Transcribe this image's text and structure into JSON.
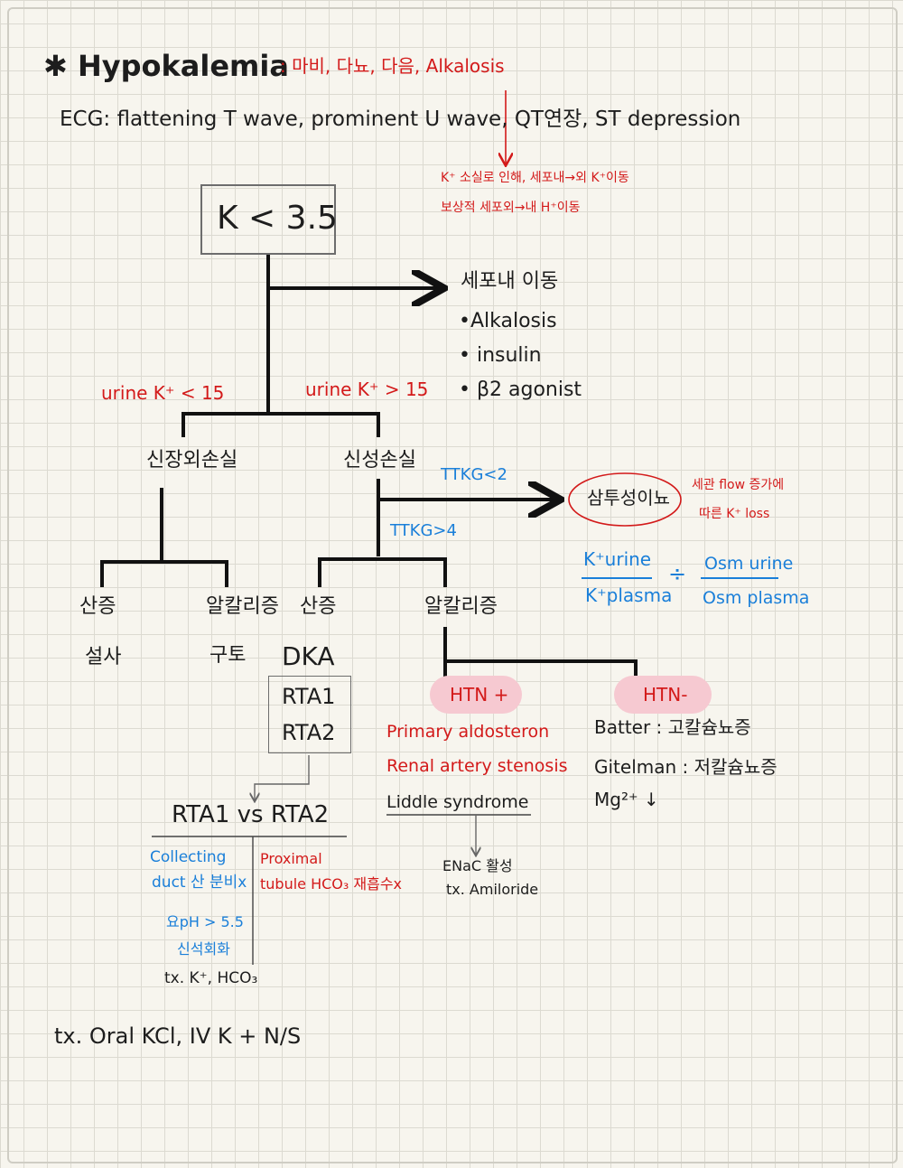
{
  "header": {
    "title": "✱ Hypokalemia",
    "title_symptoms": ": 마비, 다뇨, 다음, Alkalosis",
    "ecg_line": "ECG: flattening T wave, prominent U wave, QT연장, ST depression",
    "ecg_note_line1": "K⁺ 소실로 인해, 세포내→외 K⁺이동",
    "ecg_note_line2": "보상적 세포외→내 H⁺이동"
  },
  "root": {
    "label": "K < 3.5"
  },
  "shift": {
    "heading": "세포내 이동",
    "items": [
      "•Alkalosis",
      "• insulin",
      "• β2 agonist"
    ]
  },
  "branch_conditions": {
    "left": "urine K⁺ < 15",
    "right": "urine K⁺ > 15"
  },
  "extrarenal": {
    "label": "신장외손실",
    "acidosis": "산증",
    "acidosis_cause": "설사",
    "alkalosis": "알칼리증",
    "alkalosis_cause": "구토"
  },
  "renal": {
    "label": "신성손실",
    "ttkg_low": "TTKG<2",
    "osmotic": "삼투성이뇨",
    "osmotic_note_line1": "세관 flow 증가에",
    "osmotic_note_line2": "따른 K⁺ loss",
    "ttkg_high": "TTKG>4",
    "formula": {
      "k_urine": "K⁺urine",
      "k_plasma": "K⁺plasma",
      "divide": "÷",
      "osm_urine": "Osm urine",
      "osm_plasma": "Osm plasma"
    },
    "acidosis": "산증",
    "alkalosis": "알칼리증",
    "dka": "DKA",
    "rta_box": [
      "RTA1",
      "RTA2"
    ]
  },
  "rta_compare": {
    "title": "RTA1 vs RTA2",
    "rta1_desc_line1": "Collecting",
    "rta1_desc_line2": "duct 산 분비x",
    "rta1_ph": "요pH > 5.5",
    "rta1_stone": "신석회화",
    "rta1_tx": "tx. K⁺, HCO₃",
    "rta2_desc_line1": "Proximal",
    "rta2_desc_line2": "tubule HCO₃ 재흡수x"
  },
  "htn_plus": {
    "label": "HTN +",
    "items": [
      "Primary aldosteron",
      "Renal artery stenosis"
    ],
    "liddle": "Liddle syndrome",
    "enac": "ENaC 활성",
    "enac_tx": "tx. Amiloride"
  },
  "htn_minus": {
    "label": "HTN-",
    "bartter": "Batter : 고칼슘뇨증",
    "gitelman": "Gitelman : 저칼슘뇨증",
    "mg": "Mg²⁺ ↓"
  },
  "treatment": "tx. Oral KCl, IV K + N/S",
  "colors": {
    "black": "#1d1d1d",
    "red": "#d31a1a",
    "blue": "#1a7fd9",
    "pill": "#f6c9d1",
    "grid": "#dcdad1"
  }
}
